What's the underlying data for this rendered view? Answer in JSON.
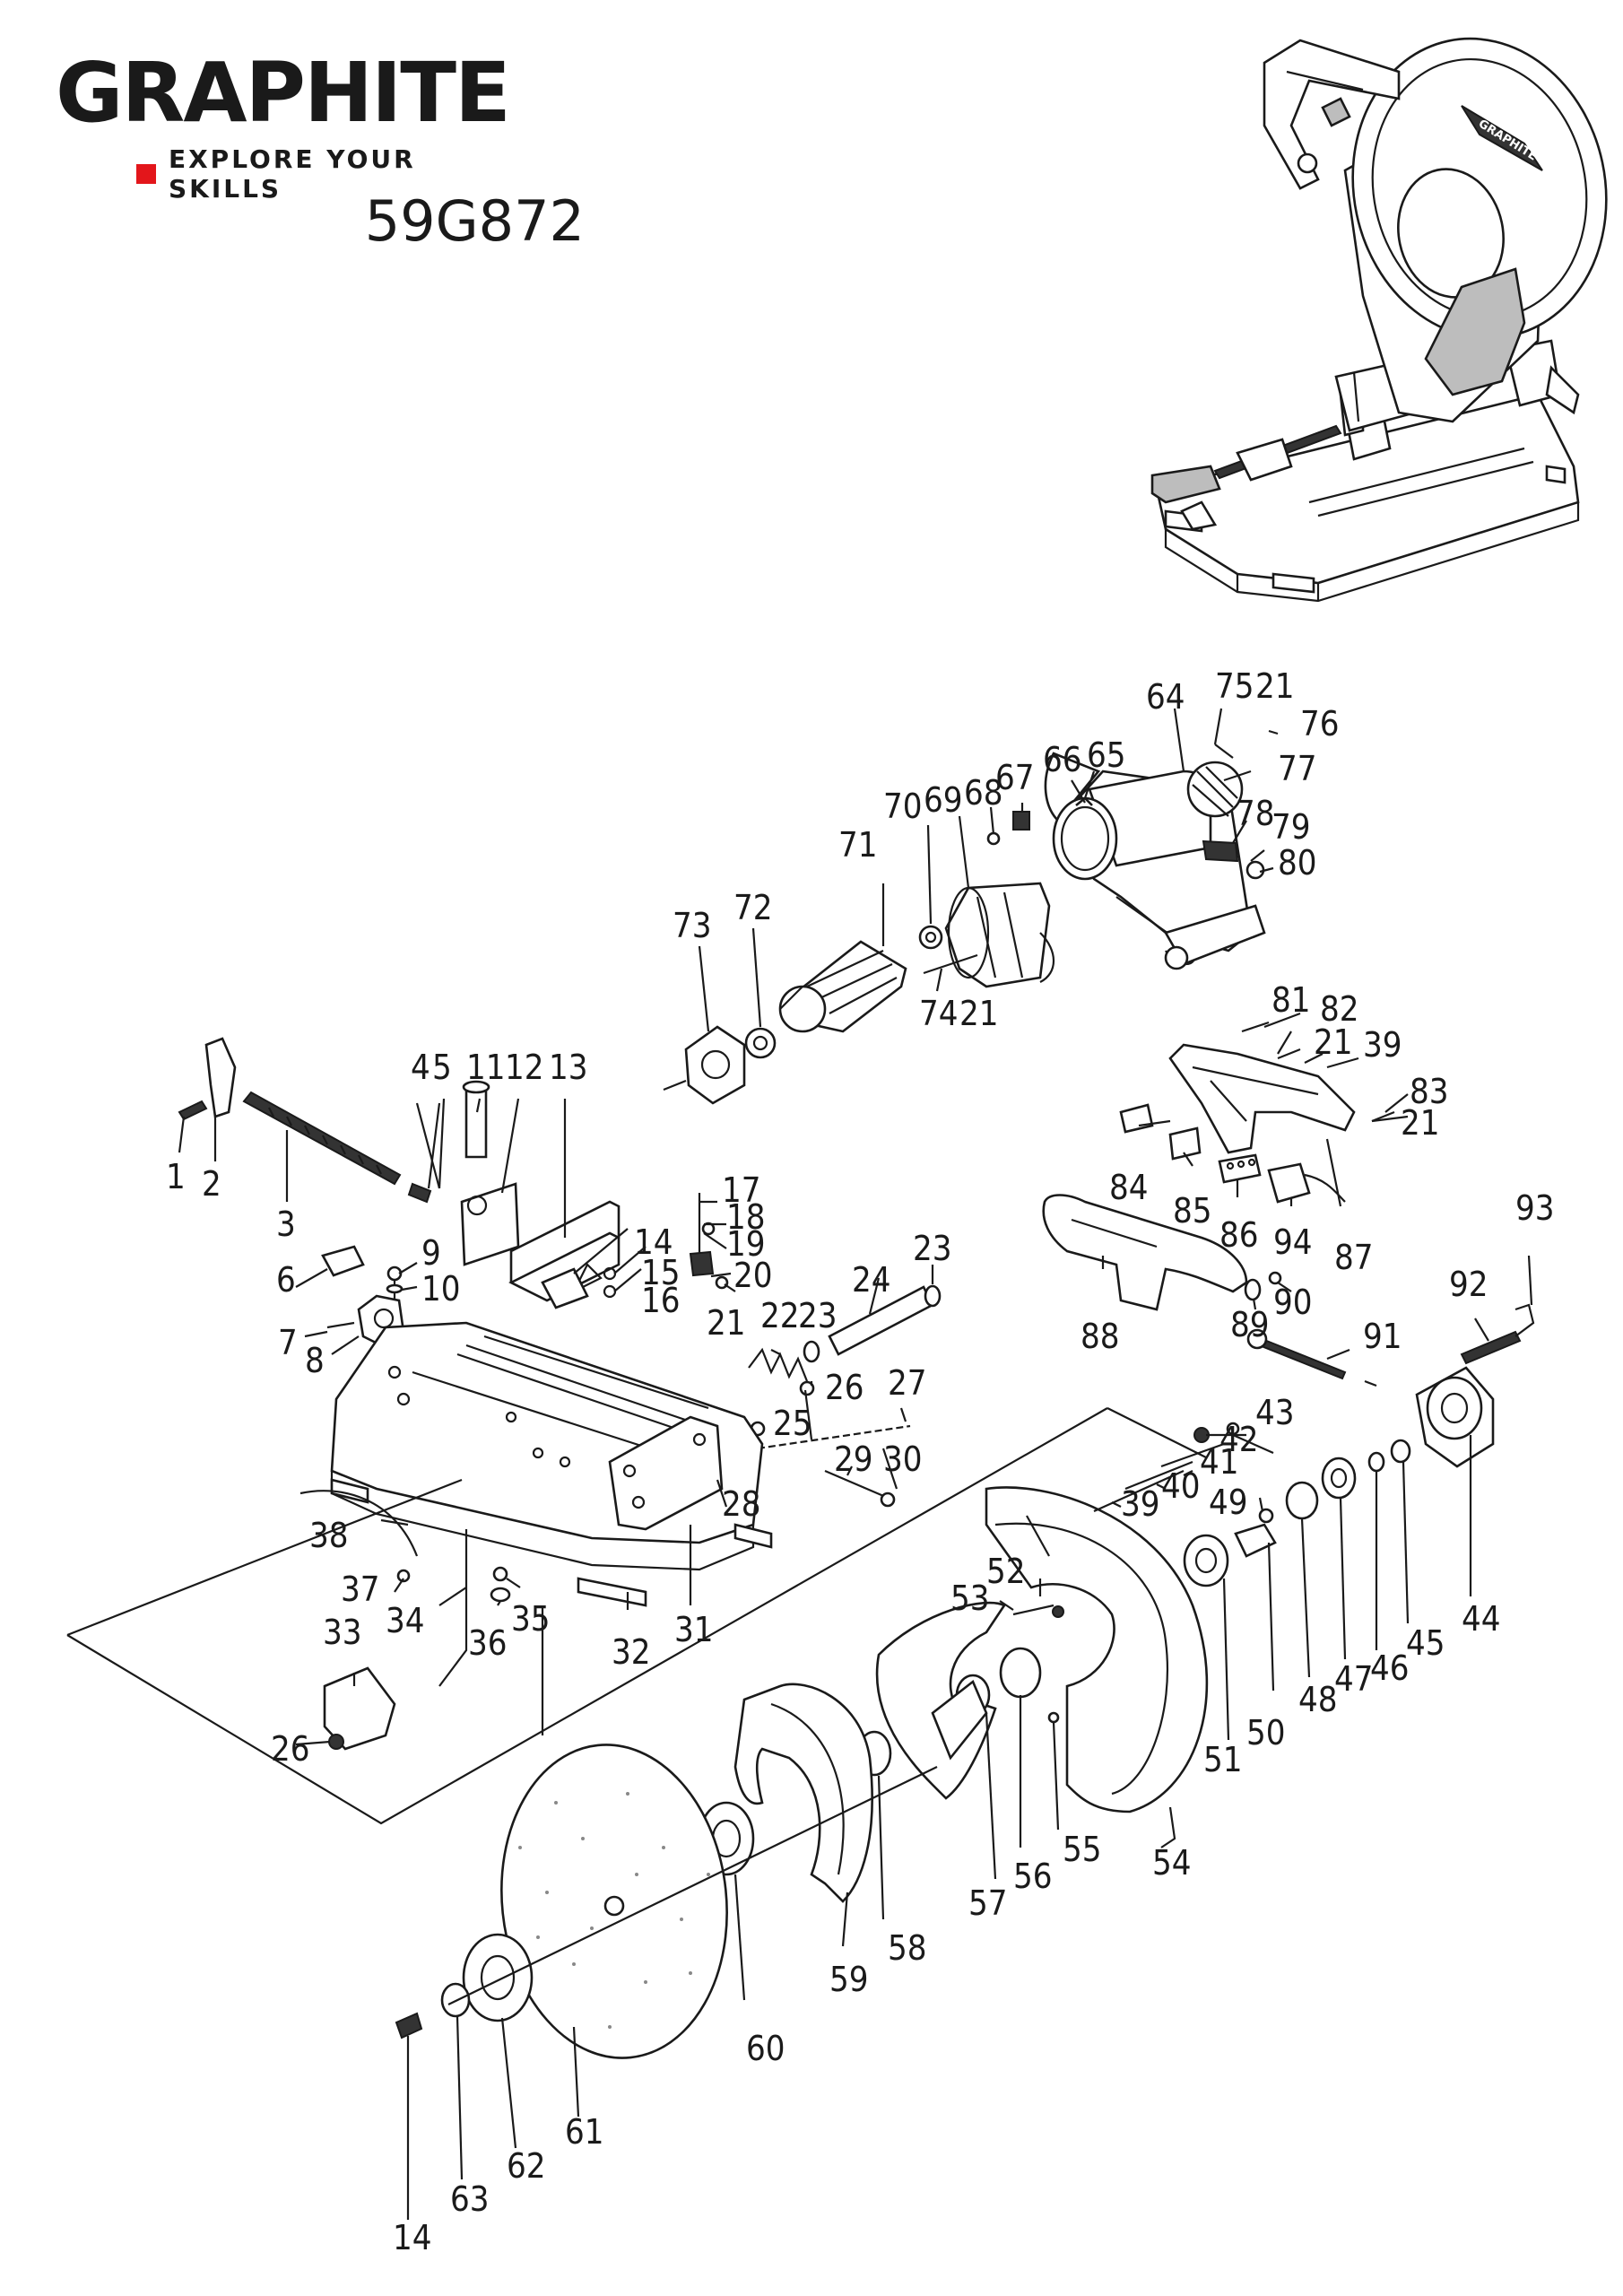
{
  "brand": {
    "name": "GRAPHITE",
    "tagline": "EXPLORE YOUR SKILLS",
    "model": "59G872",
    "accent_color": "#e3161b"
  },
  "product_badge": "GRAPHITE",
  "parts": [
    {
      "n": "1"
    },
    {
      "n": "2"
    },
    {
      "n": "3"
    },
    {
      "n": "4"
    },
    {
      "n": "5"
    },
    {
      "n": "6"
    },
    {
      "n": "7"
    },
    {
      "n": "8"
    },
    {
      "n": "9"
    },
    {
      "n": "10"
    },
    {
      "n": "11"
    },
    {
      "n": "12"
    },
    {
      "n": "13"
    },
    {
      "n": "14"
    },
    {
      "n": "15"
    },
    {
      "n": "16"
    },
    {
      "n": "17"
    },
    {
      "n": "18"
    },
    {
      "n": "19"
    },
    {
      "n": "20"
    },
    {
      "n": "21"
    },
    {
      "n": "22"
    },
    {
      "n": "23"
    },
    {
      "n": "24"
    },
    {
      "n": "23"
    },
    {
      "n": "25"
    },
    {
      "n": "26"
    },
    {
      "n": "27"
    },
    {
      "n": "28"
    },
    {
      "n": "29"
    },
    {
      "n": "30"
    },
    {
      "n": "31"
    },
    {
      "n": "32"
    },
    {
      "n": "33"
    },
    {
      "n": "26"
    },
    {
      "n": "34"
    },
    {
      "n": "35"
    },
    {
      "n": "36"
    },
    {
      "n": "37"
    },
    {
      "n": "38"
    },
    {
      "n": "39"
    },
    {
      "n": "40"
    },
    {
      "n": "41"
    },
    {
      "n": "42"
    },
    {
      "n": "43"
    },
    {
      "n": "44"
    },
    {
      "n": "45"
    },
    {
      "n": "46"
    },
    {
      "n": "47"
    },
    {
      "n": "48"
    },
    {
      "n": "49"
    },
    {
      "n": "50"
    },
    {
      "n": "51"
    },
    {
      "n": "52"
    },
    {
      "n": "53"
    },
    {
      "n": "54"
    },
    {
      "n": "55"
    },
    {
      "n": "56"
    },
    {
      "n": "57"
    },
    {
      "n": "58"
    },
    {
      "n": "59"
    },
    {
      "n": "60"
    },
    {
      "n": "61"
    },
    {
      "n": "62"
    },
    {
      "n": "63"
    },
    {
      "n": "14"
    },
    {
      "n": "64"
    },
    {
      "n": "65"
    },
    {
      "n": "66"
    },
    {
      "n": "67"
    },
    {
      "n": "68"
    },
    {
      "n": "69"
    },
    {
      "n": "70"
    },
    {
      "n": "71"
    },
    {
      "n": "72"
    },
    {
      "n": "73"
    },
    {
      "n": "74"
    },
    {
      "n": "21"
    },
    {
      "n": "75"
    },
    {
      "n": "21"
    },
    {
      "n": "76"
    },
    {
      "n": "77"
    },
    {
      "n": "78"
    },
    {
      "n": "79"
    },
    {
      "n": "80"
    },
    {
      "n": "81"
    },
    {
      "n": "82"
    },
    {
      "n": "21"
    },
    {
      "n": "39"
    },
    {
      "n": "83"
    },
    {
      "n": "21"
    },
    {
      "n": "84"
    },
    {
      "n": "85"
    },
    {
      "n": "86"
    },
    {
      "n": "87"
    },
    {
      "n": "88"
    },
    {
      "n": "89"
    },
    {
      "n": "90"
    },
    {
      "n": "91"
    },
    {
      "n": "92"
    },
    {
      "n": "93"
    },
    {
      "n": "94"
    }
  ]
}
